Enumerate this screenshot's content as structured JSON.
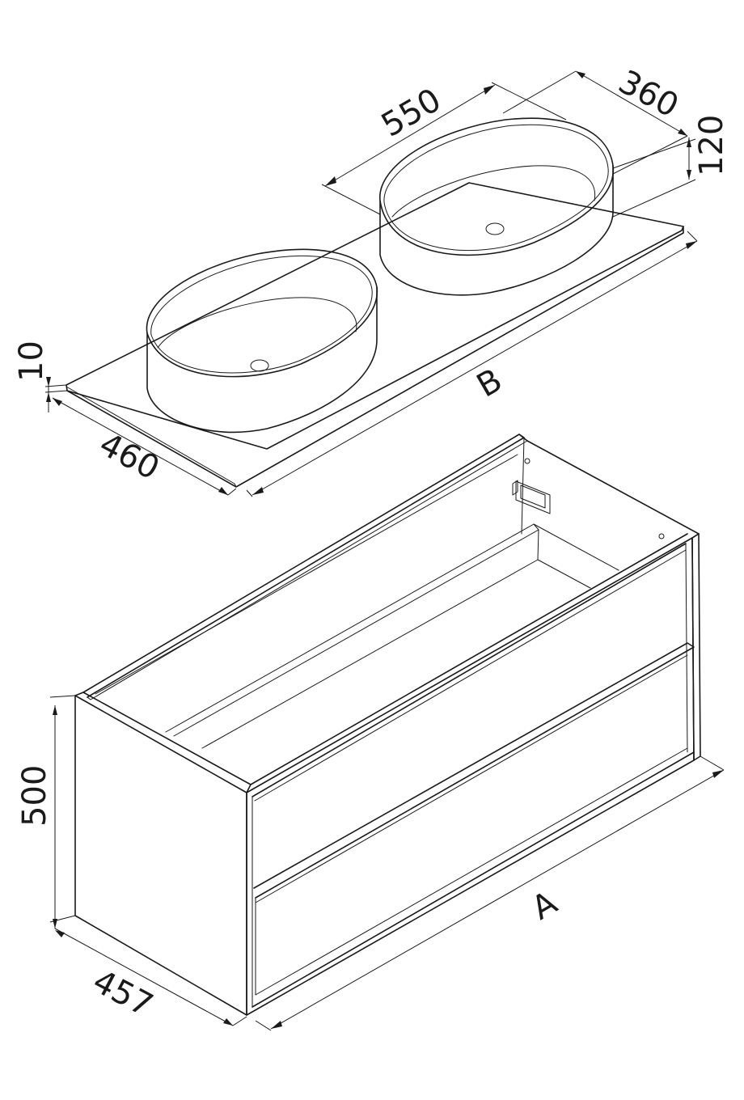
{
  "drawing": {
    "basin_width": "550",
    "basin_depth": "360",
    "basin_height": "120",
    "top_thickness": "10",
    "top_depth": "460",
    "top_length": "B",
    "cabinet_height": "500",
    "cabinet_depth": "457",
    "cabinet_length": "A"
  },
  "colors": {
    "line": "#1a1a1a",
    "background": "#ffffff"
  }
}
